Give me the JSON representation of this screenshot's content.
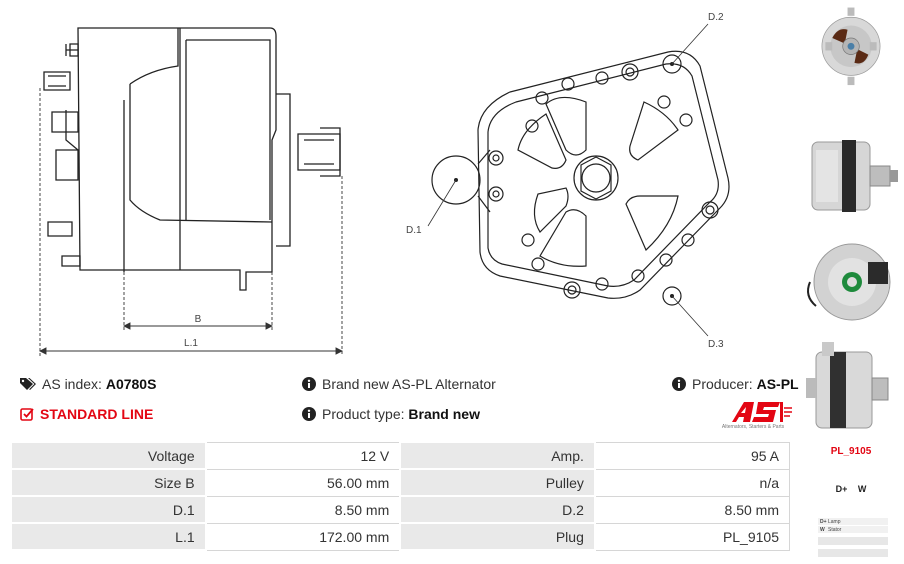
{
  "drawing": {
    "side_labels": {
      "b": "B",
      "l1": "L.1"
    },
    "front_labels": {
      "d1": "D.1",
      "d2": "D.2",
      "d3": "D.3"
    }
  },
  "info": {
    "as_index_label": "AS index:",
    "as_index_value": "A0780S",
    "brand_text": "Brand new AS-PL Alternator",
    "producer_label": "Producer:",
    "producer_value": "AS-PL",
    "product_type_label": "Product type:",
    "product_type_value": "Brand new",
    "standard_line": "STANDARD LINE"
  },
  "logo": {
    "mark": "AS",
    "tagline": "Alternators, Starters & Parts",
    "accent": "#e30613"
  },
  "specs": [
    {
      "label": "Voltage",
      "value": "12 V",
      "label2": "Amp.",
      "value2": "95 A"
    },
    {
      "label": "Size B",
      "value": "56.00 mm",
      "label2": "Pulley",
      "value2": "n/a"
    },
    {
      "label": "D.1",
      "value": "8.50 mm",
      "label2": "D.2",
      "value2": "8.50 mm"
    },
    {
      "label": "L.1",
      "value": "172.00 mm",
      "label2": "Plug",
      "value2": "PL_9105"
    }
  ],
  "plug": {
    "name": "PL_9105",
    "pins": "D+ W",
    "legend": [
      {
        "key": "D+",
        "desc": "Lamp"
      },
      {
        "key": "W",
        "desc": "Stator"
      }
    ]
  },
  "icons": {
    "tag": "tags-icon",
    "info": "info-circle-icon",
    "check": "check-square-icon"
  }
}
